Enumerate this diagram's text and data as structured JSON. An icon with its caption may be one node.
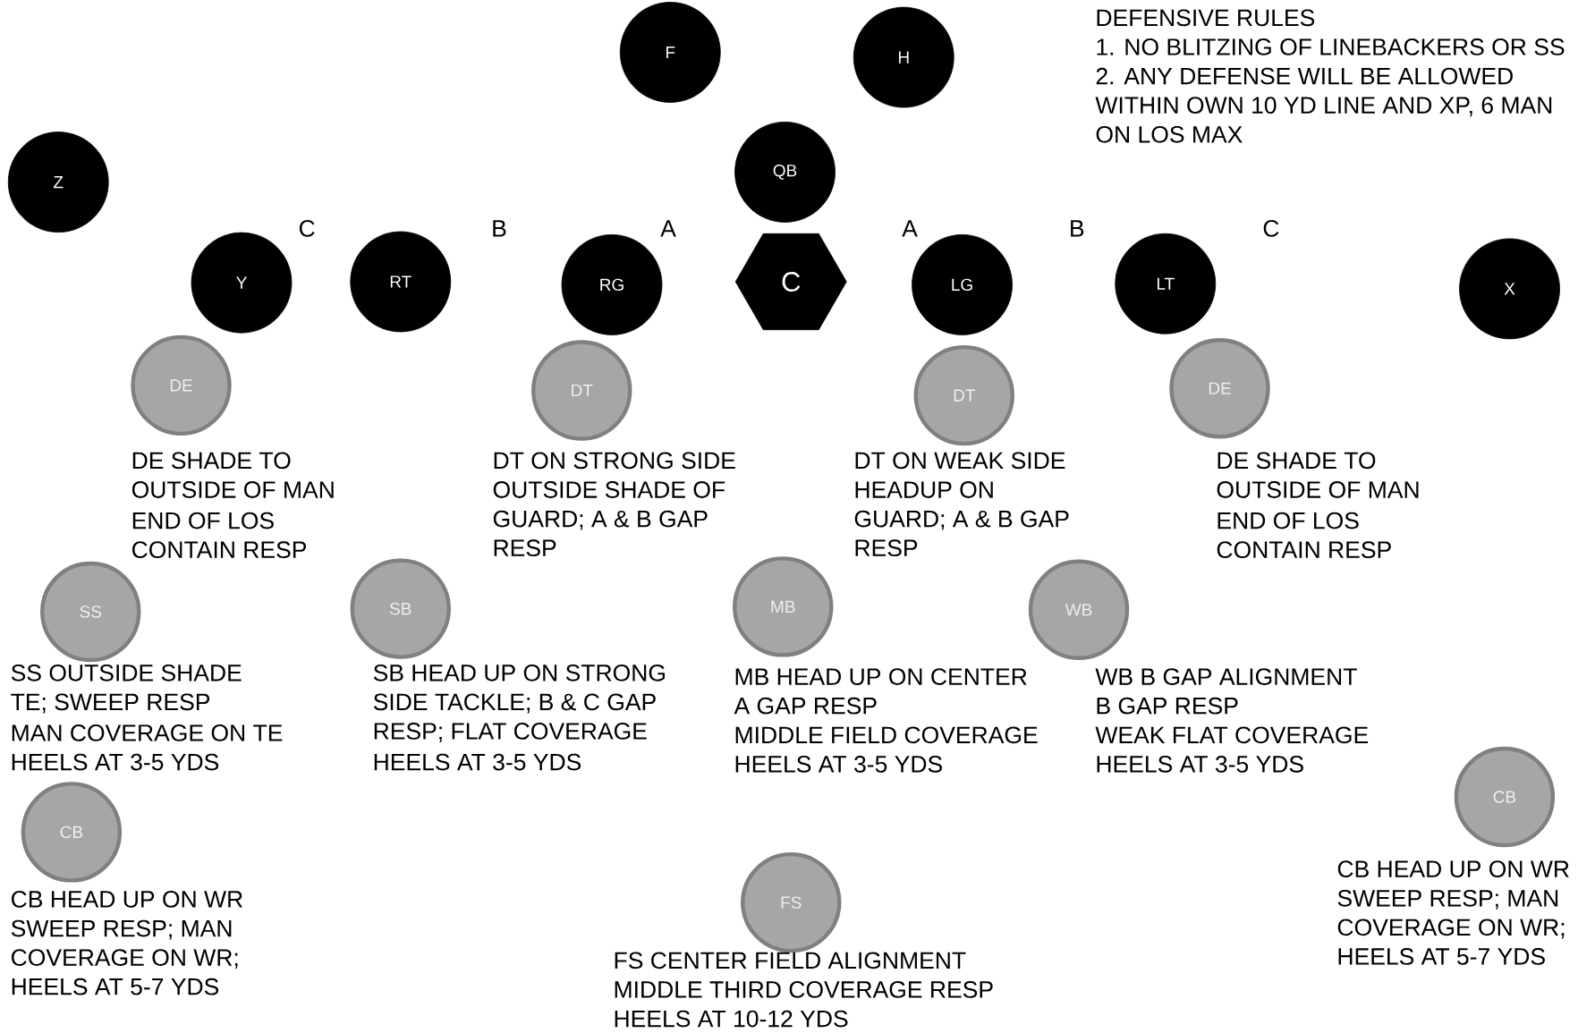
{
  "diagram": {
    "nodes": [
      {
        "text": [
          "F"
        ]
      },
      {
        "text": [
          "H"
        ]
      },
      {
        "text": [
          "Z"
        ]
      },
      {
        "text": [
          "QB"
        ]
      },
      {
        "text": [
          "Y"
        ]
      },
      {
        "text": [
          "RT"
        ]
      },
      {
        "text": [
          "RG"
        ]
      },
      {
        "text": [
          "C"
        ]
      },
      {
        "text": [
          "LG"
        ]
      },
      {
        "text": [
          "LT"
        ]
      },
      {
        "text": [
          "X"
        ]
      },
      {
        "text": [
          "DE"
        ],
        "beside": [
          "DE SHADE TO OUTSIDE OF MAN",
          "END OF LOS",
          "CONTAIN RESP"
        ]
      },
      {
        "text": [
          "DT"
        ],
        "beside": [
          "DT ON STRONG SIDE OUTSIDE SHADE OF GUARD; A & B GAP RESP"
        ]
      },
      {
        "text": [
          "DT"
        ],
        "beside": [
          "DT ON WEAK SIDE HEADUP ON GUARD; A & B GAP RESP"
        ]
      },
      {
        "text": [
          "DE"
        ],
        "beside": [
          "DE SHADE TO OUTSIDE OF MAN",
          "END OF LOS",
          "CONTAIN RESP"
        ]
      },
      {
        "text": [
          "SS"
        ],
        "beside": [
          "SS OUTSIDE SHADE TE; SWEEP RESP",
          "MAN COVERAGE ON TE",
          "HEELS AT 3-5 YDS"
        ]
      },
      {
        "text": [
          "SB"
        ],
        "beside": [
          "SB HEAD UP ON STRONG SIDE TACKLE; B & C GAP RESP; FLAT COVERAGE",
          "HEELS AT 3-5 YDS"
        ]
      },
      {
        "text": [
          "MB"
        ],
        "beside": [
          "MB HEAD UP ON CENTER",
          "A GAP RESP",
          "MIDDLE FIELD COVERAGE",
          "HEELS AT 3-5 YDS"
        ]
      },
      {
        "text": [
          "WB"
        ],
        "beside": [
          "WB B GAP ALIGNMENT",
          "B GAP RESP",
          "WEAK FLAT COVERAGE",
          "HEELS AT 3-5 YDS"
        ]
      },
      {
        "text": [
          "CB"
        ],
        "beside": [
          "CB HEAD UP ON WR SWEEP RESP; MAN COVERAGE ON WR; HEELS AT 5-7 YDS"
        ]
      },
      {
        "text": [
          "CB"
        ],
        "beside": [
          "CB HEAD UP ON WR SWEEP RESP; MAN COVERAGE ON WR; HEELS AT 5-7 YDS"
        ]
      },
      {
        "text": [
          "FS"
        ],
        "beside": [
          "FS CENTER FIELD ALIGNMENT",
          "MIDDLE THIRD COVERAGE RESP",
          "HEELS AT 10-12 YDS"
        ]
      }
    ],
    "labels": [
      "DEFENSIVE RULES",
      "1. NO BLITZING OF LINEBACKERS OR SS",
      "2. ANY DEFENSE WILL BE ALLOWED WITHIN OWN 10 YD LINE AND XP, 6 MAN ON LOS MAX",
      "C",
      "B",
      "A",
      "A",
      "B",
      "C"
    ]
  }
}
